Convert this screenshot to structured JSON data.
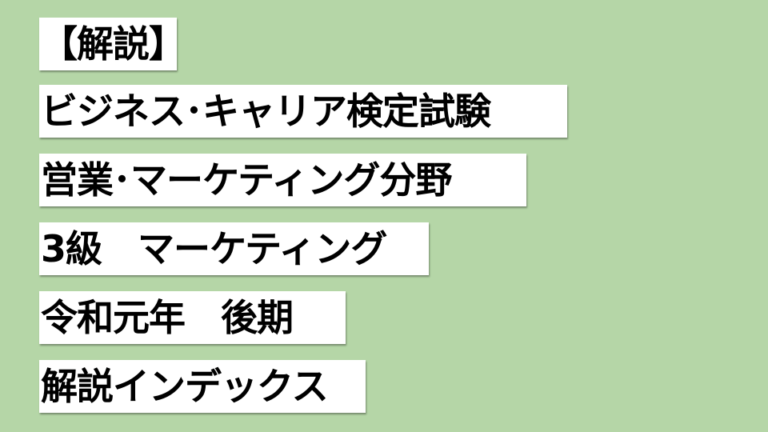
{
  "background_color": "#b5d6a7",
  "label_background": "#ffffff",
  "lines": [
    "【解説】",
    "ビジネス･キャリア検定試験",
    "営業･マーケティング分野",
    "3級　マーケティング",
    "令和元年　後期",
    "解説インデックス"
  ]
}
